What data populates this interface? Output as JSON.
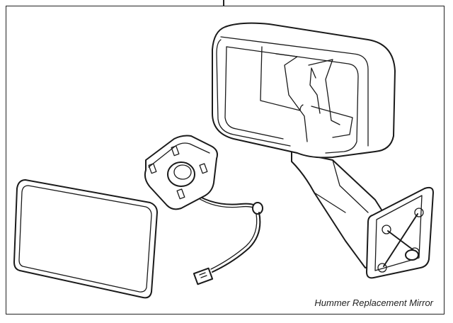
{
  "caption": "Hummer Replacement Mirror",
  "parts": [
    {
      "name": "mirror-glass",
      "icon": "mirror-glass-plate"
    },
    {
      "name": "motor-mount",
      "icon": "mirror-motor-mount"
    },
    {
      "name": "wire-harness",
      "icon": "wire-connector"
    },
    {
      "name": "mirror-housing",
      "icon": "mirror-housing-with-arm"
    }
  ]
}
